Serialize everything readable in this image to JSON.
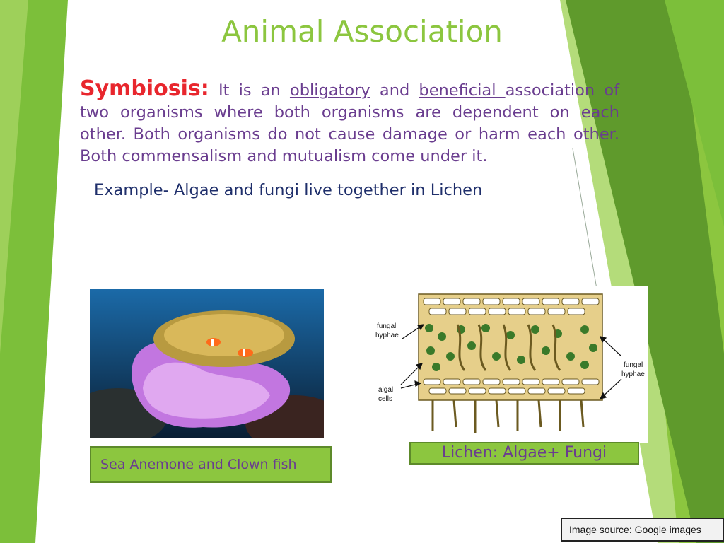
{
  "slide": {
    "title": "Animal Association",
    "definition": {
      "term": "Symbiosis:",
      "text_1": "It is an ",
      "link_1": "obligatory",
      "text_2": " and ",
      "link_2": "beneficial ",
      "text_3": "association of two organisms where both organisms are dependent on each other. Both organisms do not cause damage or harm each other. Both commensalism and mutualism come under it."
    },
    "example": "Example- Algae and fungi live together in Lichen",
    "images": {
      "left_caption": "Sea Anemone and Clown fish",
      "right_caption": "Lichen: Algae+ Fungi",
      "diagram_labels": {
        "fungal_hyphae_left_1": "fungal",
        "fungal_hyphae_left_2": "hyphae",
        "algal_cells_1": "algal",
        "algal_cells_2": "cells",
        "fungal_hyphae_right_1": "fungal",
        "fungal_hyphae_right_2": "hyphae"
      }
    },
    "source": "Image source: Google images"
  },
  "colors": {
    "title": "#8cc63f",
    "term": "#e8262d",
    "body": "#6a3d8f",
    "example": "#1f2f6b",
    "caption_bg": "#8cc63f",
    "lichen_fill": "#e6cf8a",
    "algae": "#3a7a2a"
  }
}
